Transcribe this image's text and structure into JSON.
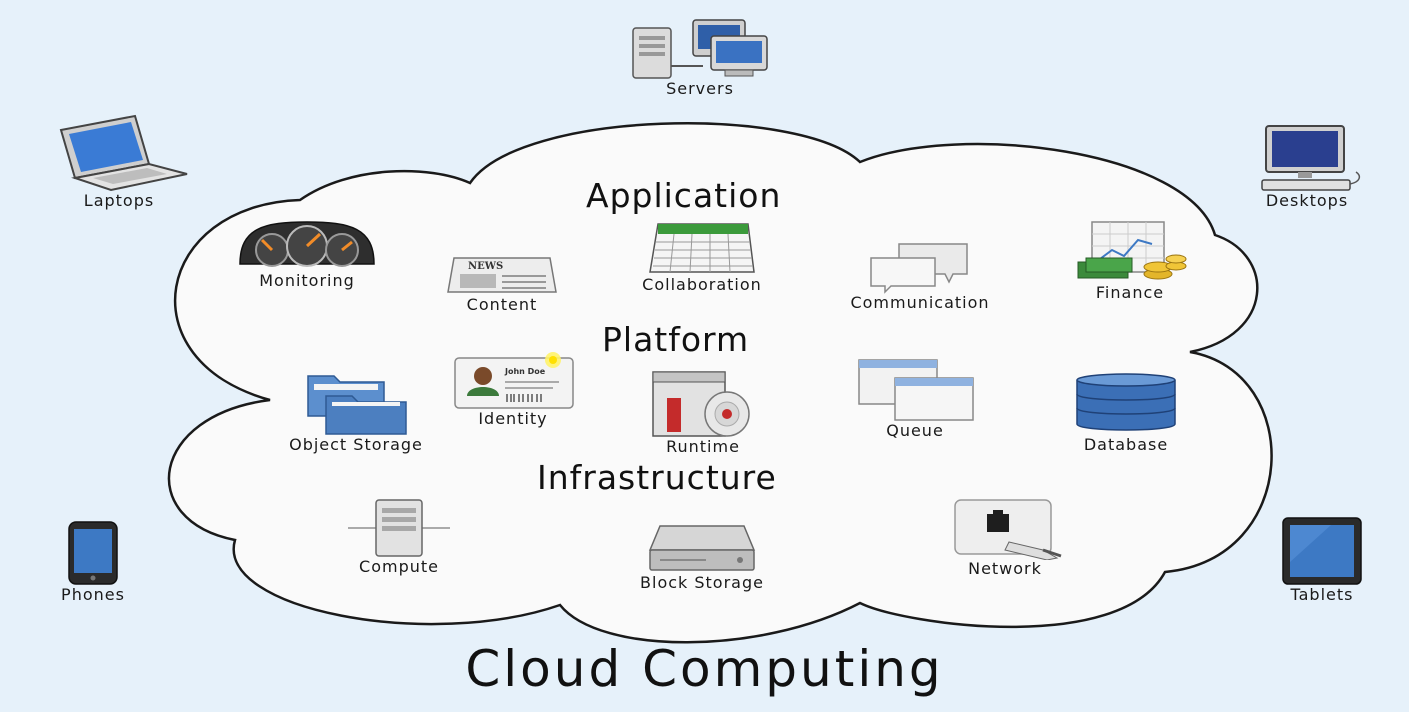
{
  "title": "Cloud Computing",
  "tiers": {
    "application": "Application",
    "platform": "Platform",
    "infrastructure": "Infrastructure"
  },
  "devices": {
    "servers": "Servers",
    "laptops": "Laptops",
    "desktops": "Desktops",
    "phones": "Phones",
    "tablets": "Tablets"
  },
  "application": {
    "monitoring": "Monitoring",
    "content": "Content",
    "news_mark": "NEWS",
    "collaboration": "Collaboration",
    "communication": "Communication",
    "finance": "Finance"
  },
  "platform": {
    "object_storage": "Object Storage",
    "identity": "Identity",
    "badge_name": "John Doe",
    "runtime": "Runtime",
    "queue": "Queue",
    "database": "Database"
  },
  "infrastructure": {
    "compute": "Compute",
    "block_storage": "Block Storage",
    "network": "Network"
  },
  "colors": {
    "background": "#e6f1fa",
    "cloud_fill": "#fafafa",
    "cloud_stroke": "#1a1a1a",
    "accent_blue": "#3d79c4"
  },
  "icons": {
    "servers": "server-desktop-icon",
    "laptops": "laptop-icon",
    "desktops": "desktop-monitor-icon",
    "phones": "smartphone-icon",
    "tablets": "tablet-icon",
    "monitoring": "dashboard-gauge-icon",
    "content": "newspaper-icon",
    "collaboration": "calendar-icon",
    "communication": "chat-bubbles-icon",
    "finance": "money-chart-icon",
    "object_storage": "folders-icon",
    "identity": "id-badge-icon",
    "runtime": "software-box-icon",
    "queue": "stacked-windows-icon",
    "database": "database-cylinder-icon",
    "compute": "server-tower-icon",
    "block_storage": "hard-drive-icon",
    "network": "network-socket-icon"
  }
}
